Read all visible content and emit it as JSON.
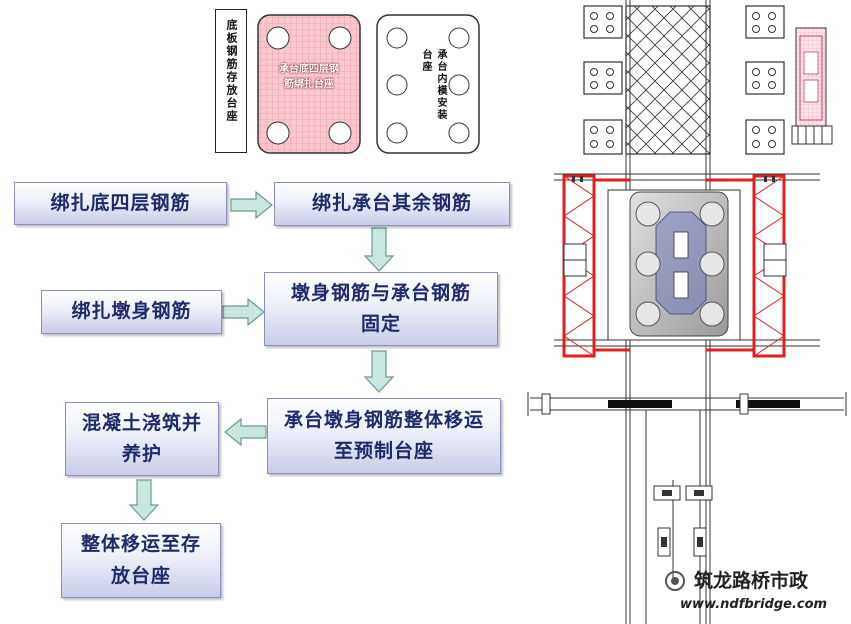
{
  "top_panel": {
    "label_a": "底板钢筋存放台座",
    "label_b": "承台底四层钢筋绑扎台座",
    "label_c": "承台内模安装台座"
  },
  "flow": {
    "step_a": "绑扎底四层钢筋",
    "step_b": "绑扎承台其余钢筋",
    "step_c": "绑扎墩身钢筋",
    "step_d": "墩身钢筋与承台钢筋固定",
    "step_e": "承台墩身钢筋整体移运至预制台座",
    "step_f": "混凝土浇筑并养护",
    "step_g": "整体移运至存放台座"
  },
  "watermark": {
    "name": "筑龙路桥市政",
    "url": "www.ndfbridge.com"
  },
  "colors": {
    "flow_text": "#1e2a6a",
    "arrow_fill": "#c9e6e0",
    "arrow_stroke": "#6f9a92",
    "pink_fill": "#f8c8cf",
    "red_frame": "#e02020"
  }
}
